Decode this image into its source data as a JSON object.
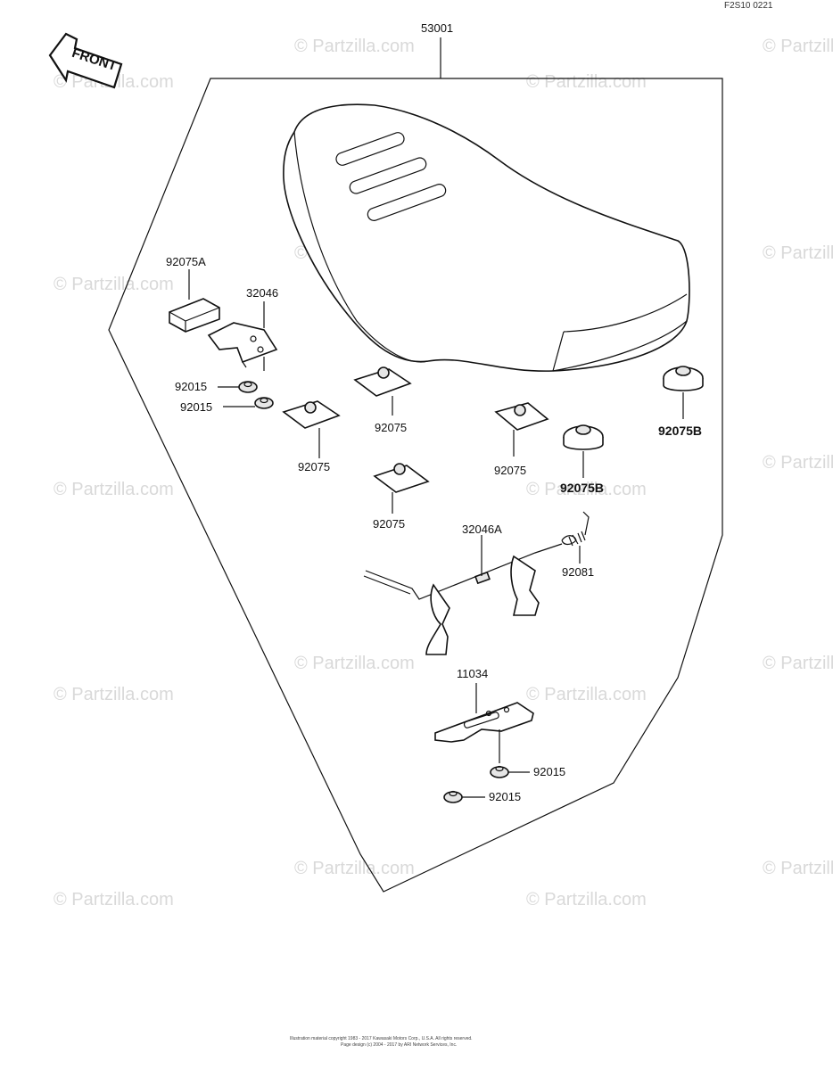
{
  "diagram_code": "F2S10 0221",
  "front_label": "FRONT",
  "watermark": "© Partzilla.com",
  "parts": {
    "seat": "53001",
    "holder_92075a": "92075A",
    "bracket_32046": "32046",
    "nut_92015_a": "92015",
    "nut_92015_b": "92015",
    "damper_92075_a": "92075",
    "damper_92075_b": "92075",
    "damper_92075_c": "92075",
    "damper_92075_d": "92075",
    "damper_92075b_a": "92075B",
    "damper_92075b_b": "92075B",
    "lock_rod_32046a": "32046A",
    "spring_92081": "92081",
    "plate_11034": "11034",
    "nut_92015_c": "92015",
    "nut_92015_d": "92015"
  },
  "copyright": {
    "line1": "Illustration material copyright 1983 - 2017 Kawasaki Motors Corp., U.S.A. All rights reserved.",
    "line2": "Page design (c) 2004 - 2017 by ARI Network Services, Inc."
  }
}
